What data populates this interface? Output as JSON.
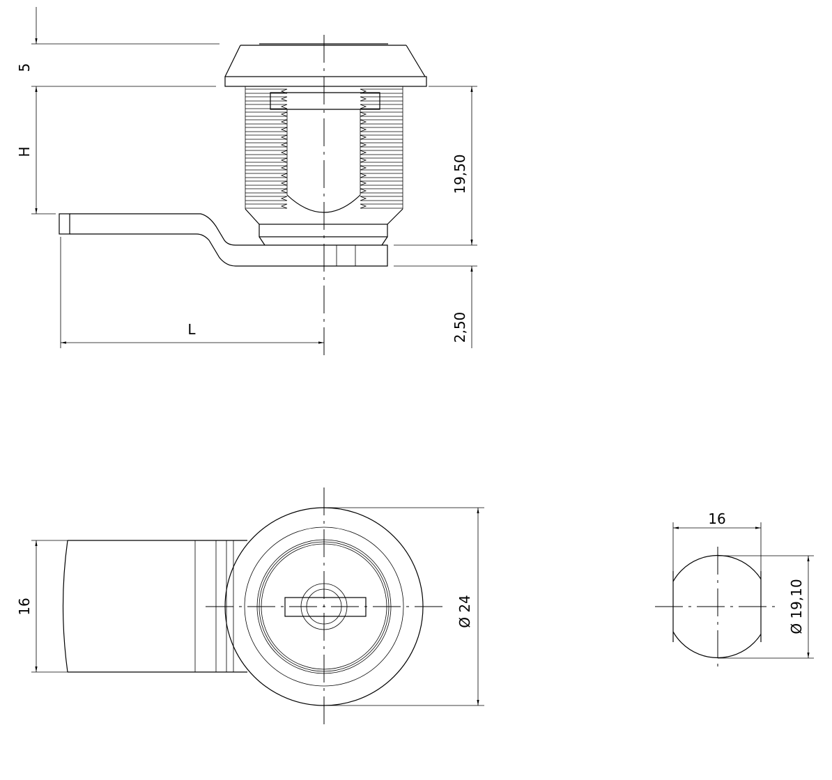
{
  "side_view": {
    "dim_cap_height": "5",
    "dim_h": "H",
    "dim_thread_length": "19,50",
    "dim_cam_thickness": "2,50",
    "dim_l": "L"
  },
  "front_view": {
    "dim_cam_width": "16",
    "dim_diameter": "Ø 24"
  },
  "section_view": {
    "dim_flat_width": "16",
    "dim_diameter": "Ø 19,10"
  },
  "colors": {
    "line": "#000000",
    "background": "#ffffff"
  }
}
